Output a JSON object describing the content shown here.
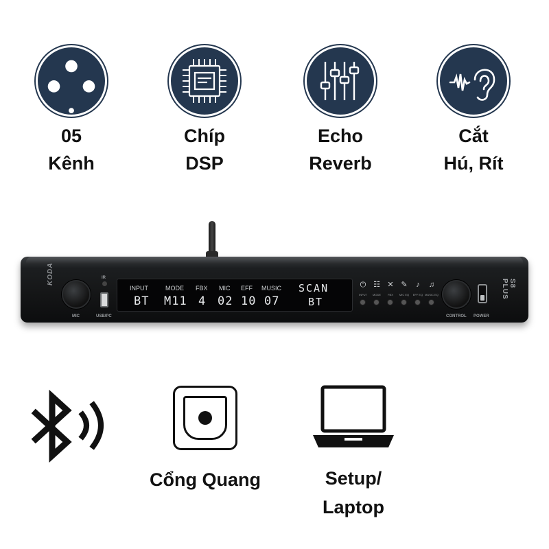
{
  "features": [
    {
      "line1": "05",
      "line2": "Kênh",
      "icon": "xlr-connector-icon"
    },
    {
      "line1": "Chíp",
      "line2": "DSP",
      "icon": "chip-icon"
    },
    {
      "line1": "Echo",
      "line2": "Reverb",
      "icon": "equalizer-sliders-icon"
    },
    {
      "line1": "Cắt",
      "line2": "Hú, Rít",
      "icon": "ear-feedback-icon"
    }
  ],
  "device": {
    "brand": "KODA",
    "model": "S8 PLUS",
    "left_knob_label": "MIC",
    "usb_label": "USB/PC",
    "ir_label": "IR",
    "right_knob_label": "CONTROL",
    "power_label": "POWER",
    "display": {
      "headers": [
        "INPUT",
        "MODE",
        "FBX",
        "MIC",
        "EFF",
        "MUSIC"
      ],
      "values": [
        "BT",
        "M11",
        "4",
        "02",
        "10",
        "07"
      ],
      "scan_label": "SCAN",
      "scan_value": "BT"
    },
    "function_buttons": [
      "INPUT",
      "MODE",
      "FBX",
      "MIC EQ",
      "EFF EQ",
      "MUSIC EQ"
    ]
  },
  "bottom": {
    "bluetooth_icon": "bluetooth-icon",
    "optical_label": "Cổng Quang",
    "setup_line1": "Setup/",
    "setup_line2": "Laptop"
  },
  "colors": {
    "badge": "#24374f",
    "text": "#111111"
  }
}
